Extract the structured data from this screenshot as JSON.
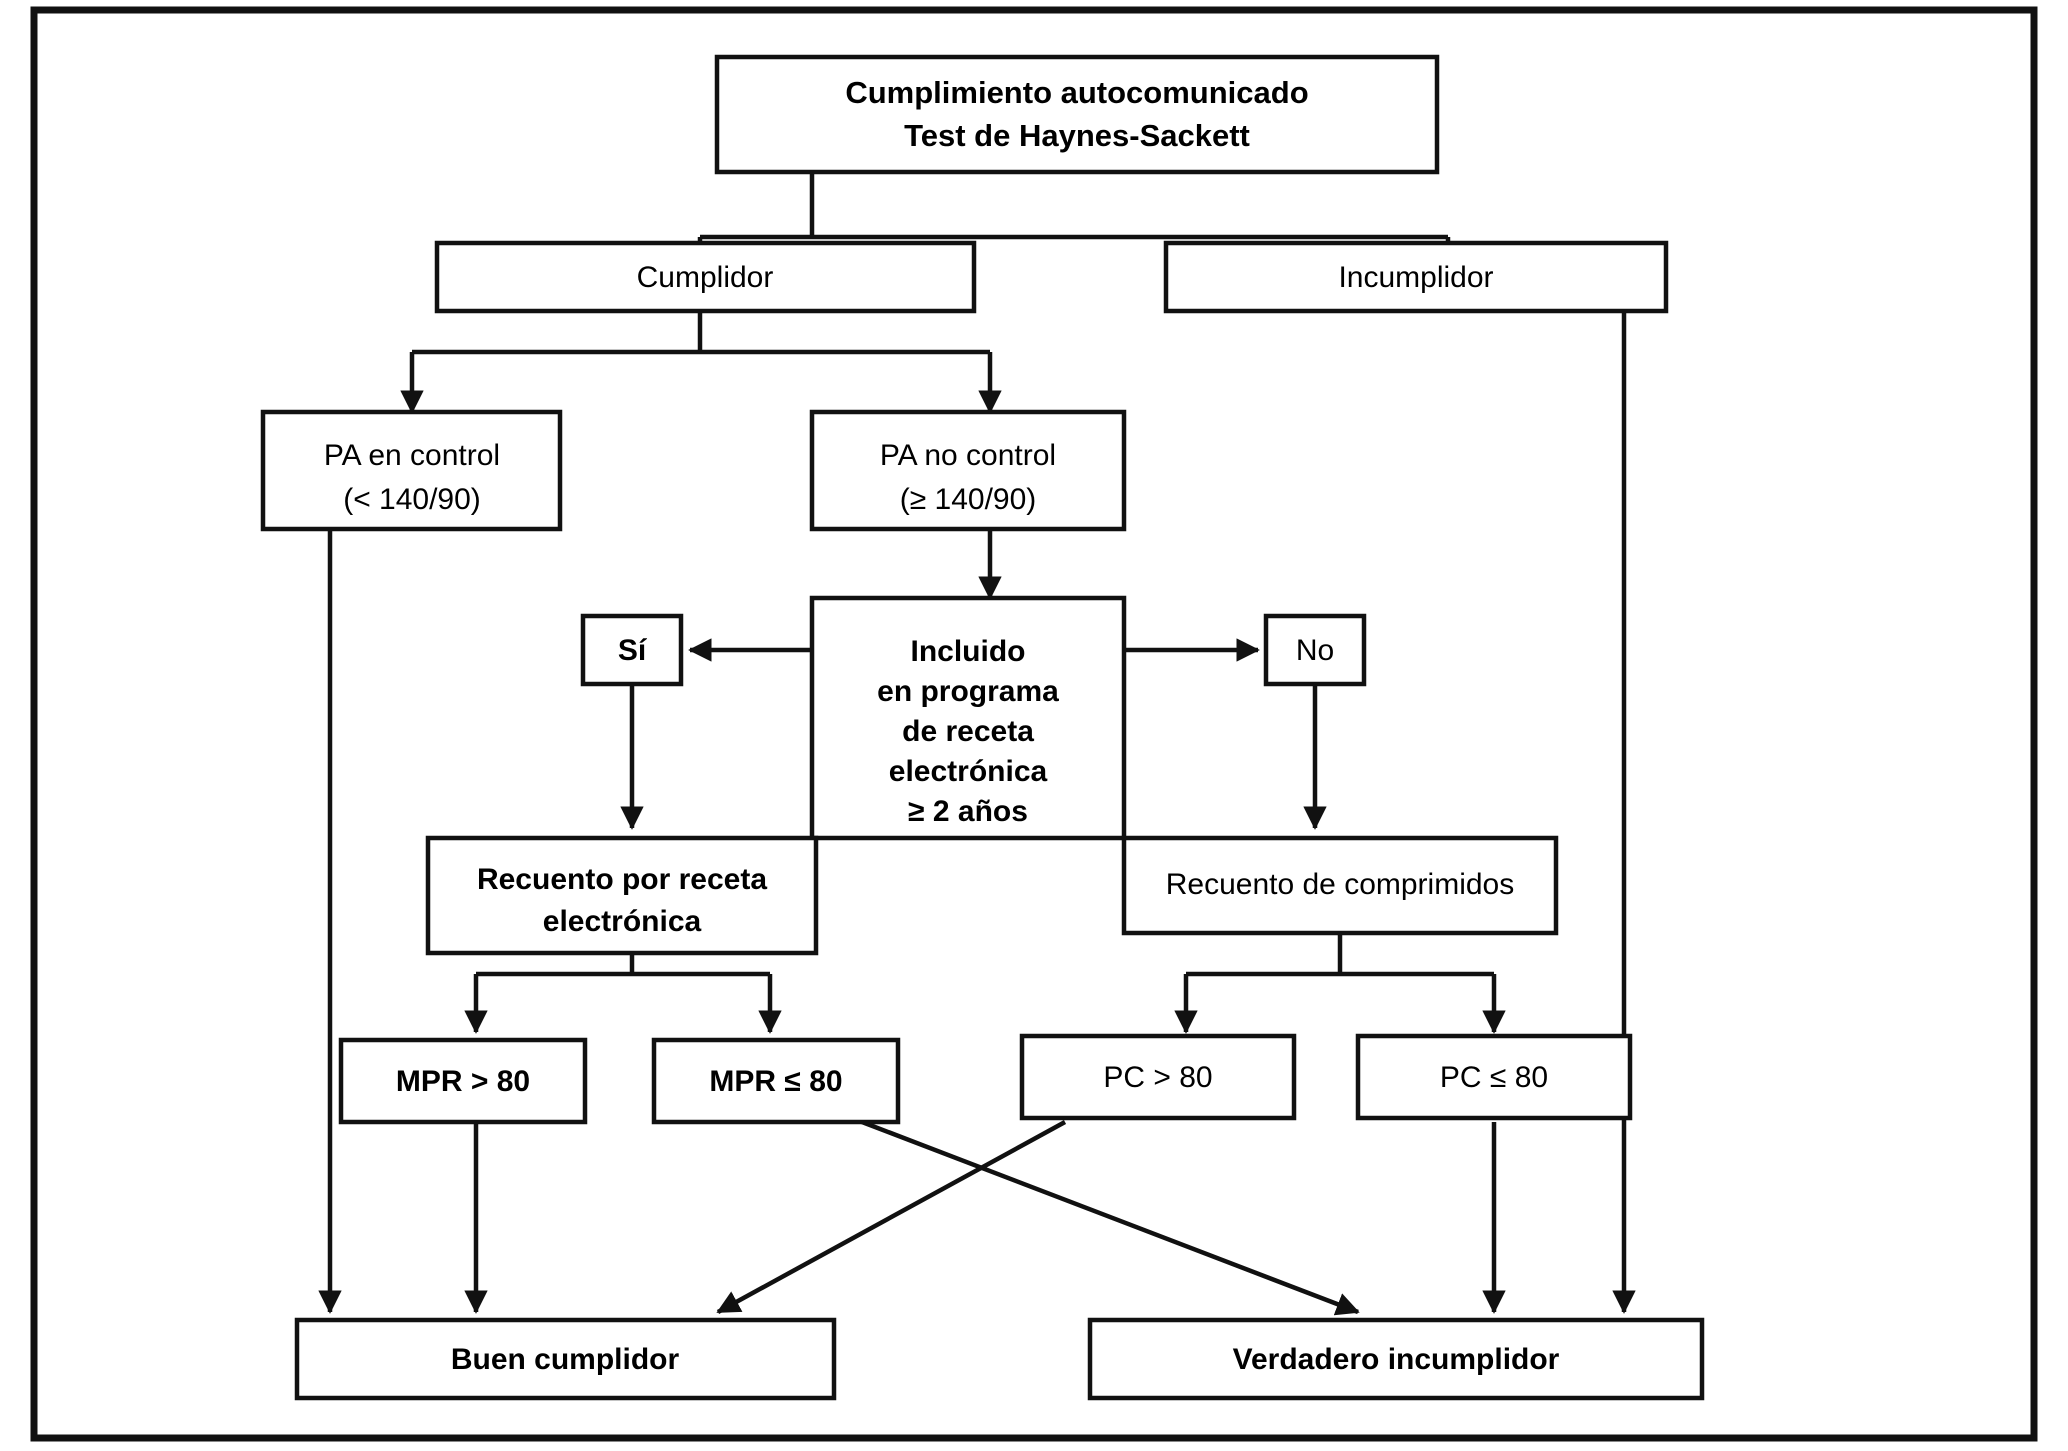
{
  "figure": {
    "kind": "flowchart",
    "language": "es",
    "background_color": "#ffffff",
    "line_color": "#111111",
    "text_color": "#000000"
  },
  "nodes": {
    "root": {
      "id": "root",
      "line1": "Cumplimiento autocomunicado",
      "line2": "Test de Haynes-Sackett",
      "bold": true
    },
    "cumplidor": {
      "id": "cumplidor",
      "label": "Cumplidor",
      "bold": false
    },
    "incumplidor": {
      "id": "incumplidor",
      "label": "Incumplidor",
      "bold": false
    },
    "pa_control": {
      "id": "pa-en-control",
      "line1": "PA en control",
      "line2": "(< 140/90)",
      "bold": false
    },
    "pa_no_control": {
      "id": "pa-no-control",
      "line1": "PA no control",
      "line2": "(≥ 140/90)",
      "bold": false
    },
    "decision": {
      "id": "incluido-programa-receta-electronica",
      "line1": "Incluido",
      "line2": "en programa",
      "line3": "de receta",
      "line4": "electrónica",
      "line5": "≥ 2 años",
      "bold": true
    },
    "si": {
      "id": "si",
      "label": "Sí",
      "bold": true
    },
    "no": {
      "id": "no",
      "label": "No",
      "bold": false
    },
    "recuento_receta": {
      "id": "recuento-por-receta-electronica",
      "line1": "Recuento por receta",
      "line2": "electrónica",
      "bold": true
    },
    "recuento_comprimidos": {
      "id": "recuento-de-comprimidos",
      "label": "Recuento de comprimidos",
      "bold": false
    },
    "mpr_gt": {
      "id": "mpr-mayor-80",
      "label": "MPR > 80",
      "bold": true
    },
    "mpr_le": {
      "id": "mpr-menor-igual-80",
      "label": "MPR ≤ 80",
      "bold": true
    },
    "pc_gt": {
      "id": "pc-mayor-80",
      "label": "PC > 80",
      "bold": false
    },
    "pc_le": {
      "id": "pc-menor-igual-80",
      "label": "PC ≤ 80",
      "bold": false
    },
    "buen_cumplidor": {
      "id": "buen-cumplidor",
      "label": "Buen cumplidor",
      "bold": true
    },
    "verdadero_incumplidor": {
      "id": "verdadero-incumplidor",
      "label": "Verdadero incumplidor",
      "bold": true
    }
  },
  "edges": [
    {
      "from": "root",
      "to": "cumplidor",
      "arrow": false
    },
    {
      "from": "cumplidor",
      "to": "pa_control",
      "arrow": true
    },
    {
      "from": "cumplidor",
      "to": "pa_no_control",
      "arrow": true
    },
    {
      "from": "pa_no_control",
      "to": "decision",
      "arrow": true
    },
    {
      "from": "decision",
      "to": "si",
      "arrow": true
    },
    {
      "from": "decision",
      "to": "no",
      "arrow": true
    },
    {
      "from": "si",
      "to": "recuento_receta",
      "arrow": true
    },
    {
      "from": "no",
      "to": "recuento_comprimidos",
      "arrow": true
    },
    {
      "from": "recuento_receta",
      "to": "mpr_gt",
      "arrow": true
    },
    {
      "from": "recuento_receta",
      "to": "mpr_le",
      "arrow": true
    },
    {
      "from": "recuento_comprimidos",
      "to": "pc_gt",
      "arrow": true
    },
    {
      "from": "recuento_comprimidos",
      "to": "pc_le",
      "arrow": true
    },
    {
      "from": "pa_control",
      "to": "buen_cumplidor",
      "arrow": true
    },
    {
      "from": "mpr_gt",
      "to": "buen_cumplidor",
      "arrow": true
    },
    {
      "from": "pc_gt",
      "to": "buen_cumplidor",
      "arrow": true
    },
    {
      "from": "mpr_le",
      "to": "verdadero_incumplidor",
      "arrow": true
    },
    {
      "from": "pc_le",
      "to": "verdadero_incumplidor",
      "arrow": true
    },
    {
      "from": "incumplidor",
      "to": "verdadero_incumplidor",
      "arrow": true
    }
  ]
}
